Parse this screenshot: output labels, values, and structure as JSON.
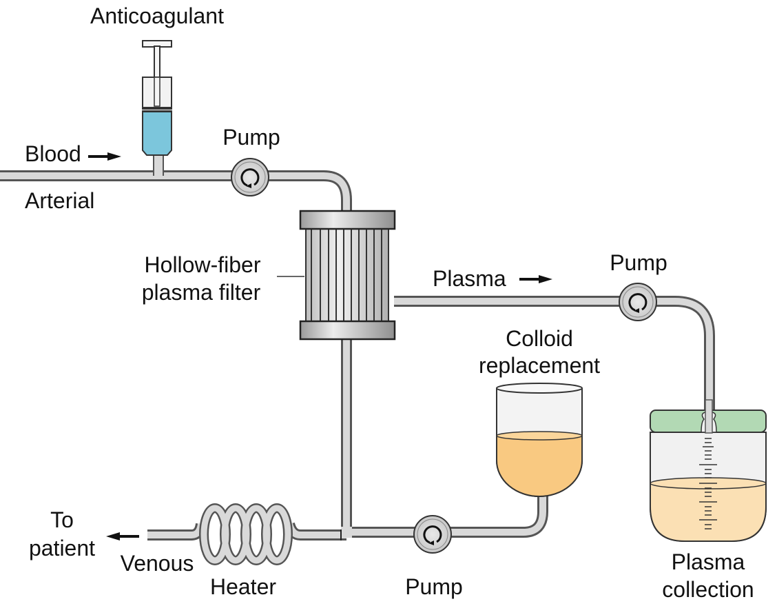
{
  "title": "Plasma exchange circuit with hollow-fiber plasma filter",
  "labels": {
    "anticoagulant": "Anticoagulant",
    "blood": "Blood",
    "arterial": "Arterial",
    "pump_arterial": "Pump",
    "filter_line1": "Hollow-fiber",
    "filter_line2": "plasma filter",
    "plasma": "Plasma",
    "pump_plasma": "Pump",
    "colloid_line1": "Colloid",
    "colloid_line2": "replacement",
    "collection_line1": "Plasma",
    "collection_line2": "collection",
    "to_patient_line1": "To",
    "to_patient_line2": "patient",
    "venous": "Venous",
    "heater": "Heater",
    "pump_colloid": "Pump"
  },
  "components": [
    {
      "id": "syringe",
      "name": "Anticoagulant syringe",
      "icon": "syringe-icon"
    },
    {
      "id": "pump-arterial",
      "name": "Arterial pump",
      "icon": "pump-icon"
    },
    {
      "id": "filter",
      "name": "Hollow-fiber plasma filter",
      "icon": "filter-icon"
    },
    {
      "id": "pump-plasma",
      "name": "Plasma pump",
      "icon": "pump-icon"
    },
    {
      "id": "collection",
      "name": "Plasma collection container",
      "icon": "container-icon"
    },
    {
      "id": "colloid",
      "name": "Colloid replacement bag",
      "icon": "bag-icon"
    },
    {
      "id": "pump-colloid",
      "name": "Colloid pump",
      "icon": "pump-icon"
    },
    {
      "id": "heater",
      "name": "Heater coil",
      "icon": "coil-icon"
    }
  ],
  "colors": {
    "anticoagulant_fluid": "#7cc6dc",
    "colloid_fluid": "#f9c981",
    "plasma_fluid": "#fbe0b4",
    "lid_green": "#b2d9b4",
    "tube_fill": "#d9d9d9",
    "outline": "#333333"
  }
}
